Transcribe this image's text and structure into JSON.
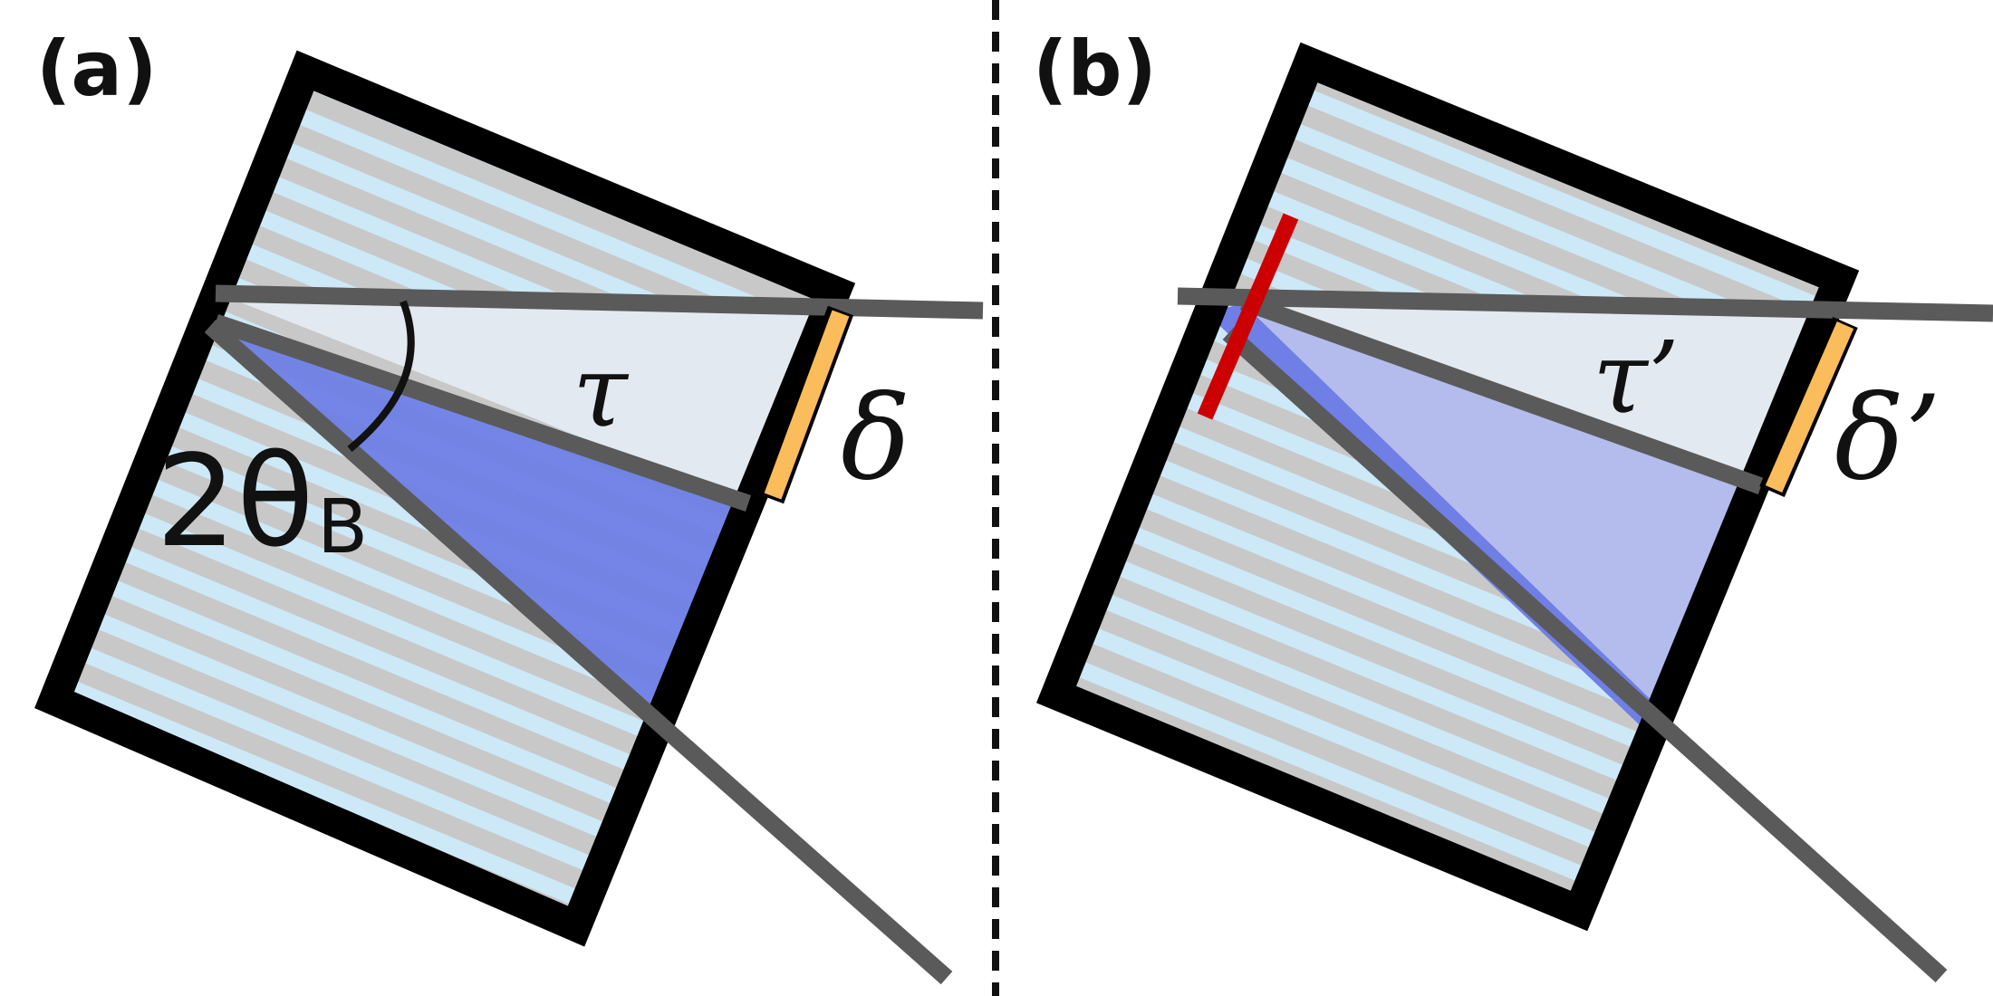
{
  "panel_a": {
    "label": "(a)",
    "tau_label": "τ",
    "delta_label": "δ",
    "angle_main": "2θ",
    "angle_sub": "B"
  },
  "panel_b": {
    "label": "(b)",
    "tau_label": "τ’",
    "delta_label": "δ’"
  },
  "colors": {
    "frame": "#000000",
    "stripe_light": "#cde9f8",
    "stripe_dark": "#c8c8c8",
    "beam_gray": "#5a5a5a",
    "diffracted_blue": "#6f7fe6",
    "triangle_pale": "#e3e9f1",
    "detector_orange": "#fbbc5b",
    "obstacle_red": "#cc0000",
    "divider": "#111111"
  }
}
